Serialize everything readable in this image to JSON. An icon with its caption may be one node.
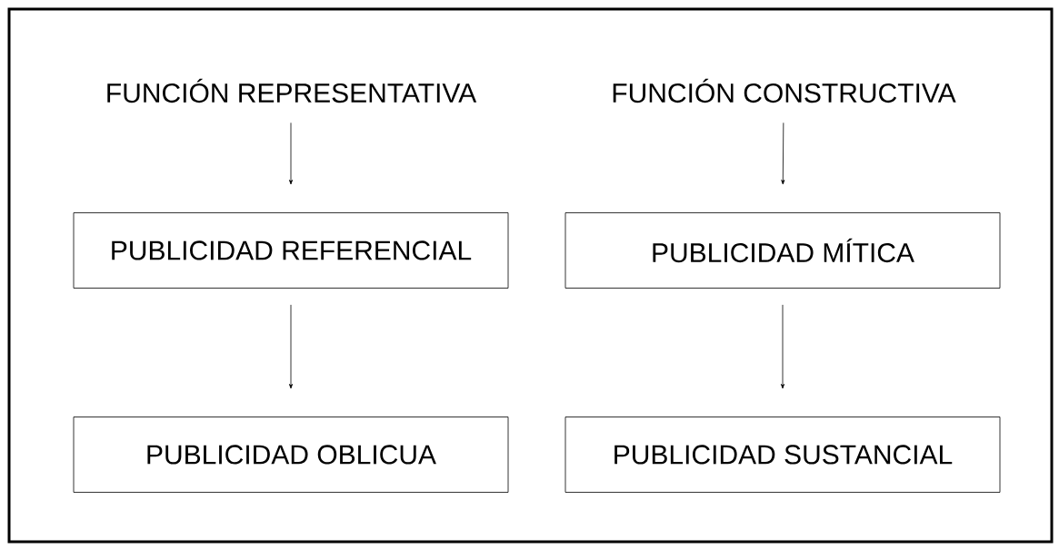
{
  "diagram": {
    "nodes": [
      {
        "text": [
          "FUNCIÓN REPRESENTATIVA"
        ]
      },
      {
        "text": [
          "FUNCIÓN CONSTRUCTIVA"
        ]
      },
      {
        "text": [
          "PUBLICIDAD REFERENCIAL"
        ]
      },
      {
        "text": [
          "PUBLICIDAD MÍTICA"
        ]
      },
      {
        "text": [
          "PUBLICIDAD OBLICUA"
        ]
      },
      {
        "text": [
          "PUBLICIDAD SUSTANCIAL"
        ]
      }
    ],
    "edges": [
      {
        "from": 0,
        "to": 2,
        "arrow": "to"
      },
      {
        "from": 1,
        "to": 3,
        "arrow": "to"
      },
      {
        "from": 2,
        "to": 4,
        "arrow": "to"
      },
      {
        "from": 3,
        "to": 5,
        "arrow": "to"
      }
    ]
  }
}
